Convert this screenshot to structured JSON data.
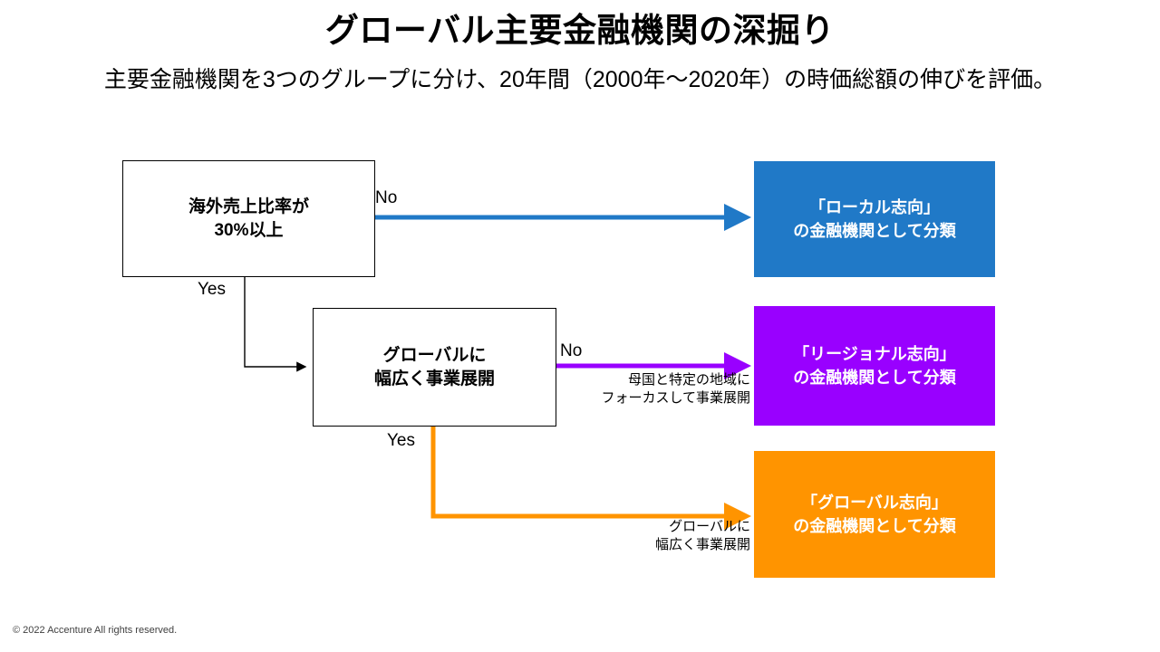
{
  "header": {
    "title": "グローバル主要金融機関の深掘り",
    "subtitle": "主要金融機関を3つのグループに分け、20年間（2000年〜2020年）の時価総額の伸びを評価。"
  },
  "flow": {
    "decisions": [
      {
        "id": "overseas-sales-ratio",
        "text": "海外売上比率が\n30%以上"
      },
      {
        "id": "global-broad-business",
        "text": "グローバルに\n幅広く事業展開"
      }
    ],
    "results": [
      {
        "id": "local",
        "text": "「ローカル志向」\nの金融機関として分類",
        "color": "#2079c7"
      },
      {
        "id": "regional",
        "text": "「リージョナル志向」\nの金融機関として分類",
        "color": "#9900ff"
      },
      {
        "id": "global",
        "text": "「グローバル志向」\nの金融機関として分類",
        "color": "#ff9400"
      }
    ],
    "edge_labels": {
      "no_1": "No",
      "yes_1": "Yes",
      "no_2": "No",
      "yes_2": "Yes"
    },
    "edge_notes": {
      "regional": "母国と特定の地域に\nフォーカスして事業展開",
      "global": "グローバルに\n幅広く事業展開"
    }
  },
  "footer": {
    "copyright": "© 2022 Accenture  All rights reserved."
  }
}
